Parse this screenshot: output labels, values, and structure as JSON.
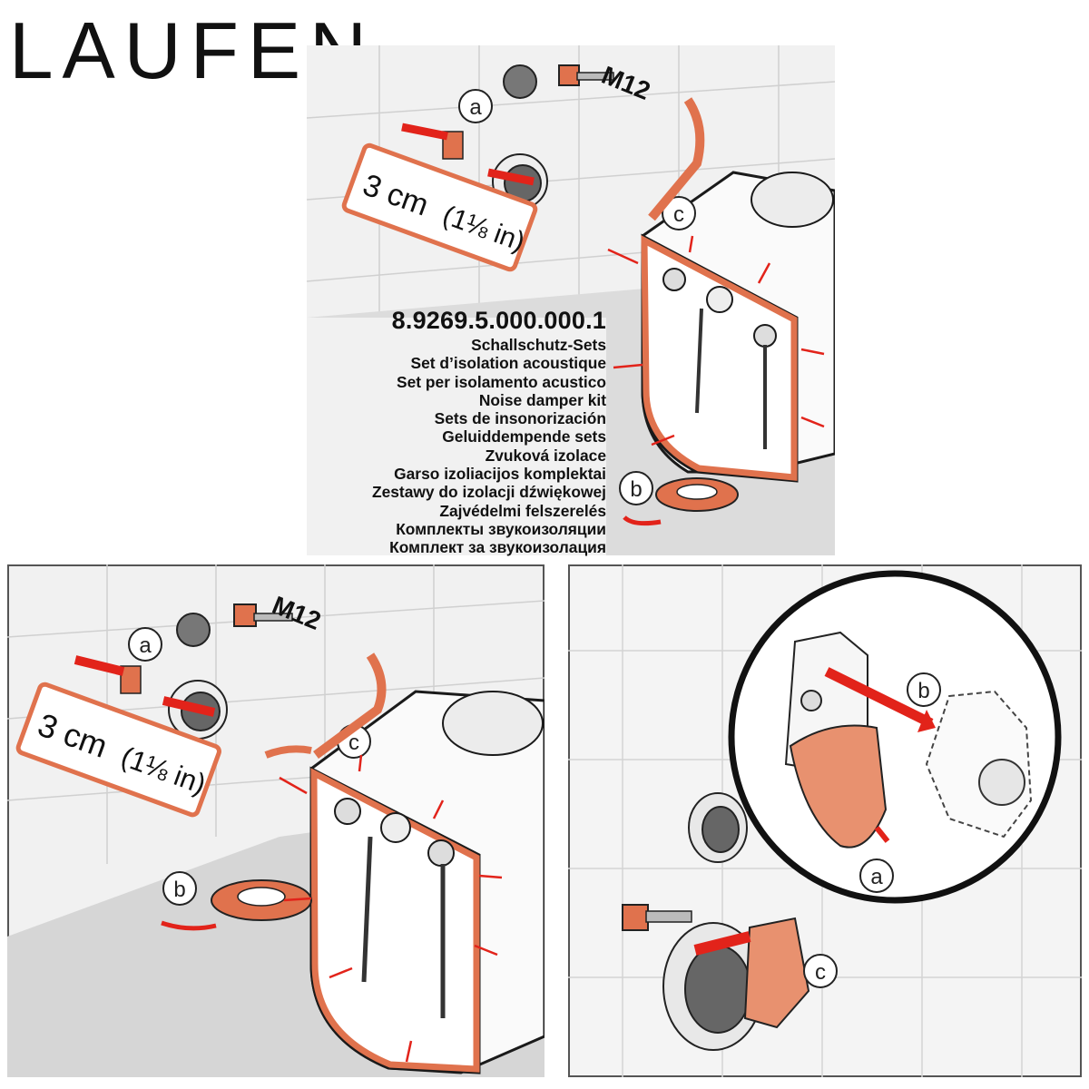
{
  "brand": {
    "name": "LAUFEN"
  },
  "colors": {
    "accent": "#e0724d",
    "arrow": "#e2231a",
    "outline": "#1a1a1a",
    "wall": "#eeeeee",
    "floor": "#d6d6d6"
  },
  "product": {
    "code": "8.9269.5.000.000.1",
    "names": [
      "Schallschutz-Sets",
      "Set d’isolation acoustique",
      "Set per isolamento acustico",
      "Noise damper kit",
      "Sets de insonorización",
      "Geluiddempende sets",
      "Zvuková izolace",
      "Garso izoliacijos komplektai",
      "Zestawy do izolacji dźwiękowej",
      "Zajvédelmi felszerelés",
      "Комплекты звукоизоляции",
      "Комплект за звукоизолация"
    ]
  },
  "steps": {
    "a": "a",
    "b": "b",
    "c": "c"
  },
  "bolt_label": "M12",
  "gap_label": {
    "value": "3 cm",
    "fraction_numerator": "1",
    "fraction_denominator": "8",
    "imperial": "(1⅛ in)"
  },
  "icons": [
    "logo-house-icon",
    "arrow-icon",
    "bolt-icon",
    "washer-icon",
    "bracket-icon",
    "tape-roll-icon",
    "scissors-hand-icon"
  ]
}
